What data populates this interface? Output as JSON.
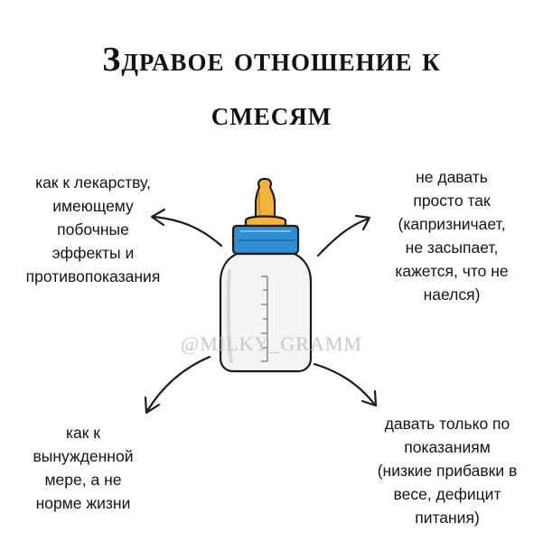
{
  "title": {
    "line1": "Здравое отношение к",
    "line2": "смесям"
  },
  "notes": {
    "top_left": [
      "как к лекарству,",
      "имеющему",
      "побочные",
      "эффекты и",
      "противопоказания"
    ],
    "top_right": [
      "не давать",
      "просто так",
      "(капризничает,",
      "не засыпает,",
      "кажется, что не",
      "наелся)"
    ],
    "bottom_left": [
      "как к",
      "вынужденной",
      "мере, а не",
      "норме жизни"
    ],
    "bottom_right": [
      "давать только по",
      "показаниям",
      "(низкие прибавки в",
      "весе, дефицит",
      "питания)"
    ]
  },
  "watermark": "@MILKY_GRAMM",
  "illustration": {
    "subject": "baby-bottle",
    "nipple_color": "#f2b43a",
    "cap_color": "#2f8fd4",
    "bottle_color": "#f4f4f6",
    "outline_color": "#1a1a1a"
  }
}
